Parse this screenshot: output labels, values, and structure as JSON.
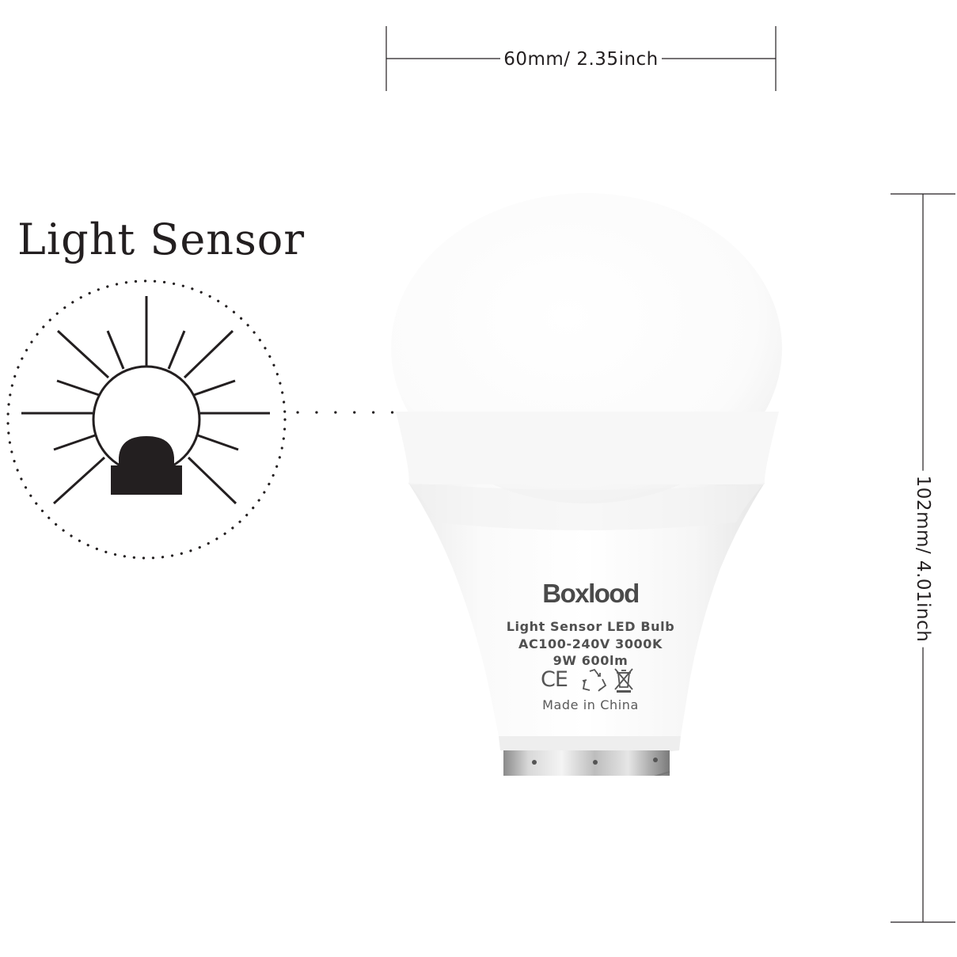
{
  "dimensions": {
    "width_label": "60mm/ 2.35inch",
    "height_label": "102mm/ 4.01inch"
  },
  "sensor": {
    "heading": "Light Sensor",
    "icon": "light-sensor-sun-icon"
  },
  "bulb": {
    "brand": "Boxlood",
    "spec_line_1": "Light Sensor LED Bulb",
    "spec_line_2": "AC100-240V 3000K",
    "spec_line_3": "9W 600lm",
    "ce_mark": "CE",
    "origin": "Made in China",
    "icons": [
      "ce-mark",
      "recycle-icon",
      "weee-crossed-bin-icon"
    ]
  },
  "colors": {
    "ink": "#231f20",
    "bulb_white": "#fbfbfb",
    "label_gray": "#505050"
  }
}
